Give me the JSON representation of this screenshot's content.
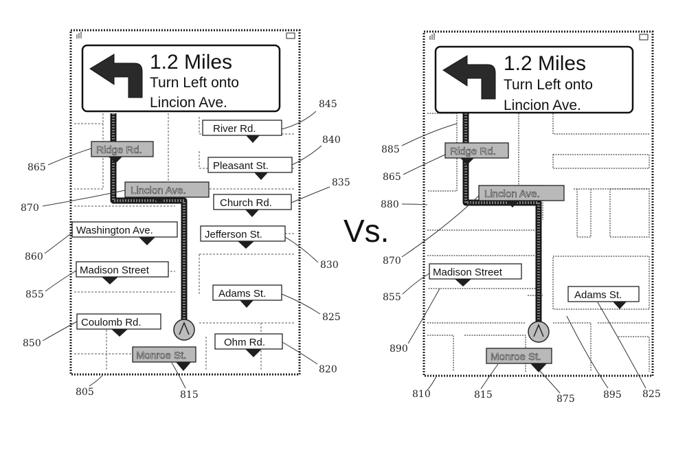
{
  "vs_label": "Vs.",
  "left_panel": {
    "banner": {
      "distance": "1.2 Miles",
      "instruction_line1": "Turn Left onto",
      "instruction_line2": "Lincion Ave."
    },
    "labels": {
      "river": "River Rd.",
      "ridge": "Ridge Rd.",
      "pleasant": "Pleasant St.",
      "lincion": "Lincion Ave.",
      "church": "Church Rd.",
      "washington": "Washington Ave.",
      "jefferson": "Jefferson St.",
      "madison": "Madison Street",
      "adams": "Adams St.",
      "coulomb": "Coulomb Rd.",
      "ohm": "Ohm Rd.",
      "monroe": "Monroe St."
    },
    "refs": {
      "r845": "845",
      "r840": "840",
      "r835": "835",
      "r830": "830",
      "r825": "825",
      "r820": "820",
      "r815": "815",
      "r805": "805",
      "r850": "850",
      "r855": "855",
      "r860": "860",
      "r870": "870",
      "r865": "865"
    }
  },
  "right_panel": {
    "banner": {
      "distance": "1.2 Miles",
      "instruction_line1": "Turn Left onto",
      "instruction_line2": "Lincion Ave."
    },
    "labels": {
      "ridge": "Ridge Rd.",
      "lincion": "Lincion Ave.",
      "madison": "Madison Street",
      "adams": "Adams St.",
      "monroe": "Monroe St."
    },
    "refs": {
      "r885": "885",
      "r865": "865",
      "r880": "880",
      "r870": "870",
      "r855": "855",
      "r890": "890",
      "r810": "810",
      "r815": "815",
      "r875": "875",
      "r895": "895",
      "r825": "825"
    }
  }
}
